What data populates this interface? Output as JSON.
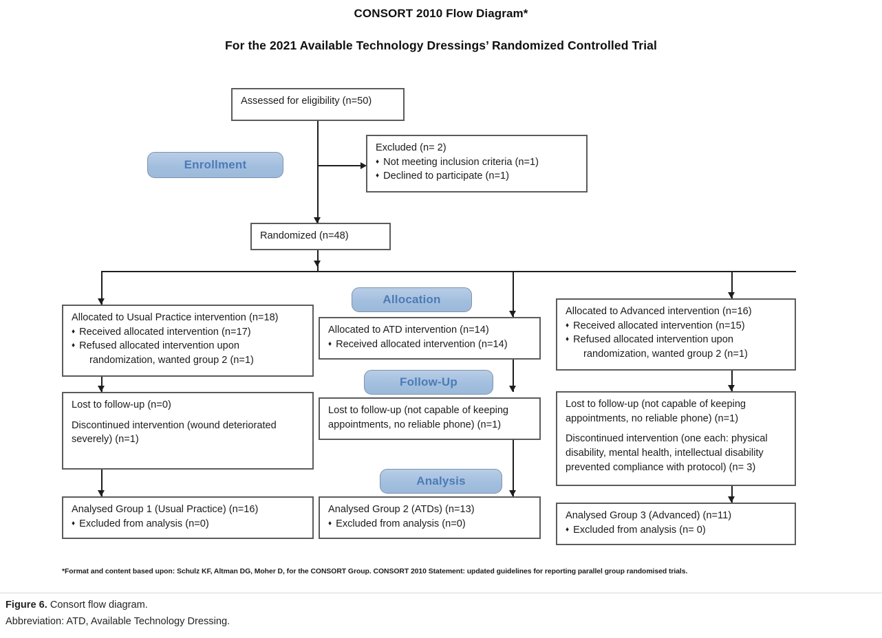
{
  "headings": {
    "title": "CONSORT 2010 Flow Diagram*",
    "subtitle": "For the 2021 Available Technology Dressings’ Randomized Controlled Trial"
  },
  "stage_labels": {
    "enrollment": "Enrollment",
    "allocation": "Allocation",
    "followup": "Follow-Up",
    "analysis": "Analysis"
  },
  "boxes": {
    "assessed": {
      "line1": "Assessed for eligibility (n=50)"
    },
    "excluded": {
      "line1": "Excluded  (n= 2)",
      "bullet1": "Not meeting inclusion criteria (n=1)",
      "bullet2": "Declined to participate (n=1)"
    },
    "randomized": {
      "line1": "Randomized (n=48)"
    },
    "alloc_left": {
      "line1": "Allocated to Usual Practice intervention (n=18)",
      "bullet1": "Received allocated intervention (n=17)",
      "bullet2": "Refused allocated intervention upon",
      "bullet2_cont": "randomization, wanted group 2 (n=1)"
    },
    "alloc_mid": {
      "line1": "Allocated to ATD intervention (n=14)",
      "bullet1": "Received allocated intervention (n=14)"
    },
    "alloc_right": {
      "line1": "Allocated to Advanced intervention (n=16)",
      "bullet1": "Received allocated intervention (n=15)",
      "bullet2": "Refused allocated intervention upon",
      "bullet2_cont": "randomization, wanted group 2 (n=1)"
    },
    "follow_left": {
      "line1": "Lost to follow-up (n=0)",
      "line2": "Discontinued intervention (wound deteriorated",
      "line3": "severely) (n=1)"
    },
    "follow_mid": {
      "line1": "Lost to follow-up (not capable of keeping",
      "line2": "appointments, no reliable phone) (n=1)"
    },
    "follow_right": {
      "line1": "Lost to follow-up (not capable of keeping",
      "line2": "appointments, no reliable phone) (n=1)",
      "line3": "Discontinued intervention (one each: physical",
      "line4": "disability, mental health, intellectual disability",
      "line5": "prevented compliance with protocol) (n= 3)"
    },
    "analysis_left": {
      "line1": "Analysed Group 1 (Usual Practice) (n=16)",
      "bullet1": "Excluded from analysis (n=0)"
    },
    "analysis_mid": {
      "line1": "Analysed Group 2 (ATDs) (n=13)",
      "bullet1": "Excluded from analysis (n=0)"
    },
    "analysis_right": {
      "line1": "Analysed Group 3 (Advanced) (n=11)",
      "bullet1": "Excluded from analysis (n= 0)"
    }
  },
  "footnote": "*Format and content based upon: Schulz KF, Altman DG, Moher D, for the CONSORT Group. CONSORT 2010 Statement: updated guidelines for reporting parallel group randomised trials.",
  "caption": {
    "label": "Figure 6.",
    "text": " Consort flow diagram.",
    "abbreviation": "Abbreviation: ATD, Available Technology Dressing."
  },
  "colors": {
    "pill_fill": "#a3bfdf",
    "pill_text": "#4c7bb5",
    "pill_border": "#7c93ab",
    "box_border": "#5b5b5b",
    "connector": "#1d1d1d"
  }
}
